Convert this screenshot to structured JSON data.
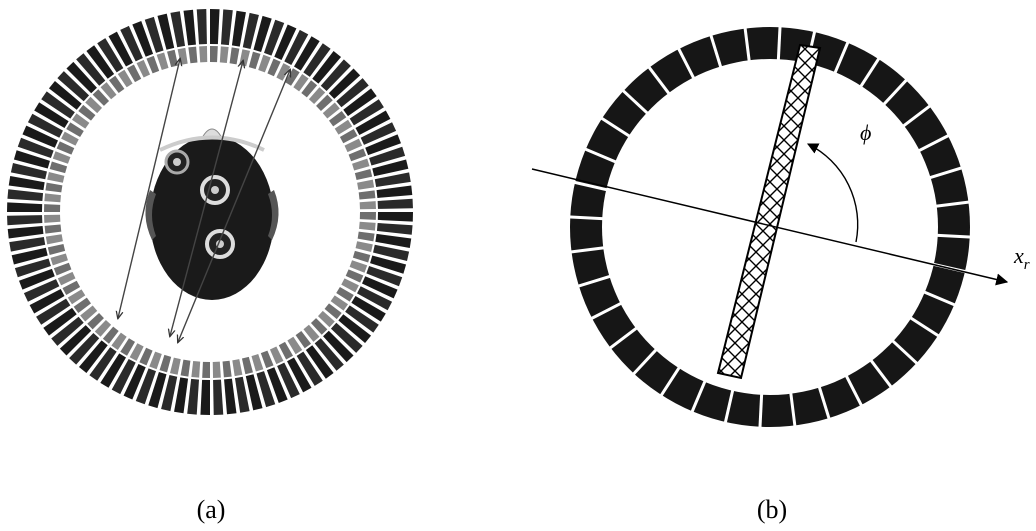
{
  "panels": [
    {
      "caption": "(a)"
    },
    {
      "caption": "(b)",
      "angle_symbol": "ϕ",
      "axis_symbol": "x",
      "axis_subscript": "r"
    }
  ],
  "colors": {
    "background": "#ffffff",
    "detector_dark": "#161616",
    "detector_light": "#7a7a7a",
    "head": "#1a1a1a",
    "line": "#000000"
  },
  "icons": [
    "pet-detector-ring",
    "head-phantom",
    "line-of-response",
    "hatched-strip"
  ]
}
